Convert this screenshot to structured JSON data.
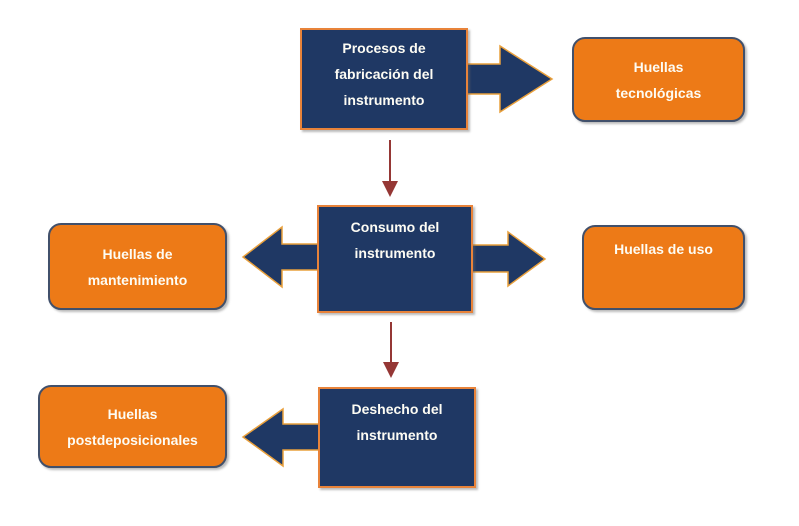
{
  "colors": {
    "navy_fill": "#1f3864",
    "navy_border": "#e8833a",
    "orange_fill": "#ed7a17",
    "orange_border": "#41506b",
    "arrow_fill": "#1f3864",
    "arrow_outline": "#e9a03c",
    "connector_red": "#953735",
    "label_text": "#fdfcf4",
    "background": "#ffffff"
  },
  "nodes": {
    "procesos": {
      "label": "Procesos de\nfabricación del\ninstrumento"
    },
    "tecnologicas": {
      "label": "Huellas\ntecnológicas"
    },
    "consumo": {
      "label": "Consumo del\ninstrumento"
    },
    "mantenimiento": {
      "label": "Huellas de\nmantenimiento"
    },
    "uso": {
      "label": "Huellas de uso"
    },
    "deshecho": {
      "label": "Deshecho del\ninstrumento"
    },
    "postdeposicionales": {
      "label": "Huellas\npostdeposicionales"
    }
  }
}
